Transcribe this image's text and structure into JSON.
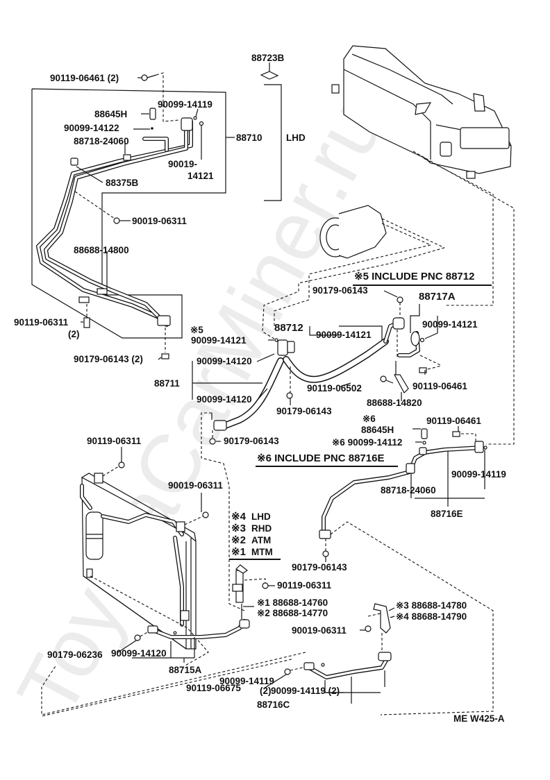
{
  "diagram": {
    "title": "Air conditioner piping parts diagram",
    "figure_code": "ME W425-A",
    "watermark": "ToyotaCarMiner.ru",
    "notes": {
      "note5": "※5 INCLUDE PNC 88712",
      "note6": "※6 INCLUDE PNC 88716E",
      "legend": [
        {
          "mark": "※4",
          "text": "LHD"
        },
        {
          "mark": "※3",
          "text": "RHD"
        },
        {
          "mark": "※2",
          "text": "ATM"
        },
        {
          "mark": "※1",
          "text": "MTM"
        }
      ]
    },
    "labels": {
      "p88723B": "88723B",
      "p90119_06461_2": "90119-06461 (2)",
      "p90099_14119_a": "90099-14119",
      "p88645H_a": "88645H",
      "p90099_14122": "90099-14122",
      "p88718_24060_a": "88718-24060",
      "p88710": "88710",
      "lhd": "LHD",
      "p90019_14121_l1": "90019-",
      "p90019_14121_l2": "14121",
      "p88375B": "88375B",
      "p90019_06311_a": "90019-06311",
      "p88688_14800": "88688-14800",
      "p90119_06311_a": "90119-06311",
      "qty2_a": "(2)",
      "p90179_06143_2": "90179-06143 (2)",
      "star5_small": "※5",
      "p90099_14121_a": "90099-14121",
      "p88712": "88712",
      "p90099_14121_b": "90099-14121",
      "p90179_06143_a": "90179-06143",
      "p88717A": "88717A",
      "p90099_14121_c": "90099-14121",
      "p90099_14120_a": "90099-14120",
      "p88711": "88711",
      "p90099_14120_b": "90099-14120",
      "p90119_06502": "90119-06502",
      "p90119_06461_a": "90119-06461",
      "p88688_14820": "88688-14820",
      "p90179_06143_b": "90179-06143",
      "p90179_06143_c": "90179-06143",
      "star6_small": "※6",
      "p88645H_b": "88645H",
      "p90119_06461_b": "90119-06461",
      "p90099_14112": "※6 90099-14112",
      "p90119_06311_b": "90119-06311",
      "p90099_14119_b": "90099-14119",
      "p88718_24060_b": "88718-24060",
      "p88716E": "88716E",
      "p90019_06311_b": "90019-06311",
      "p90179_06143_d": "90179-06143",
      "p90119_06311_c": "90119-06311",
      "p88688_14760": "※1 88688-14760",
      "p88688_14770": "※2 88688-14770",
      "p88688_14780": "※3 88688-14780",
      "p88688_14790": "※4 88688-14790",
      "p90019_06311_c": "90019-06311",
      "p90179_06236": "90179-06236",
      "p90099_14120_c": "90099-14120",
      "p88715A": "88715A",
      "p90119_06675": "90119-06675",
      "p90099_14119_c": "90099-14119",
      "qty2_b": "(2)",
      "p90099_14119_d": "90099-14119 (2)",
      "p88716C": "88716C"
    }
  }
}
